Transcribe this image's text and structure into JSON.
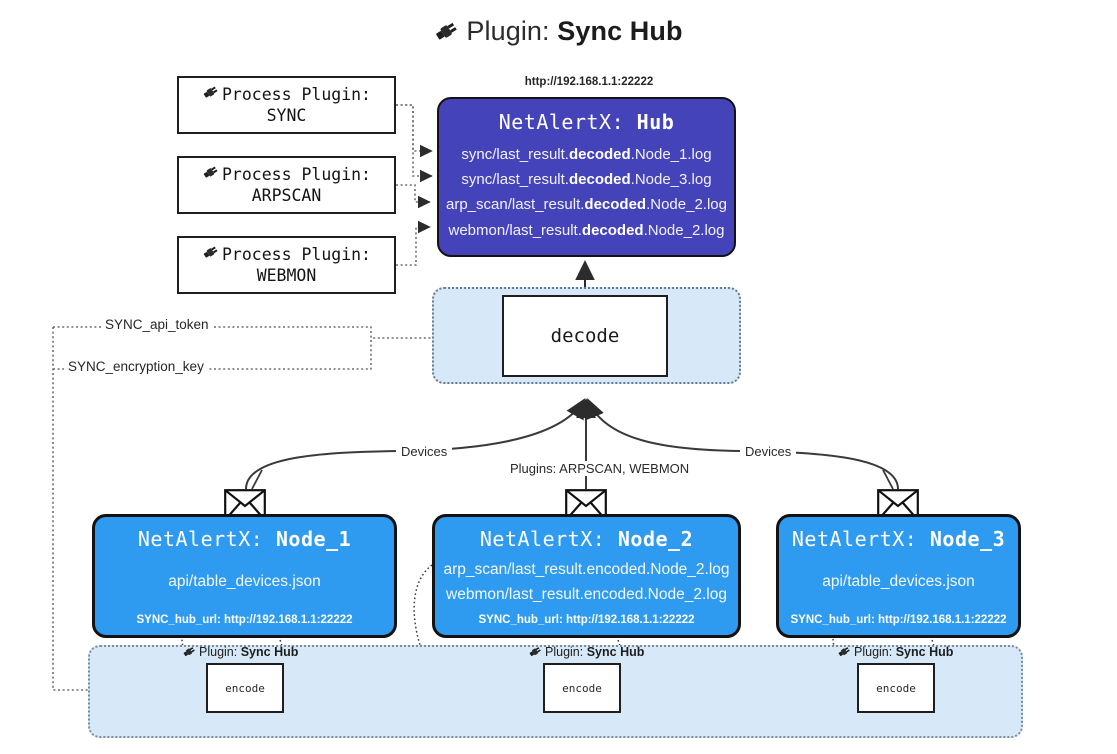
{
  "title": {
    "icon": "plug-icon",
    "prefix": "Plugin:",
    "name": "Sync Hub"
  },
  "process_plugins": [
    {
      "icon": "plug-icon",
      "label": "Process Plugin:",
      "value": "SYNC"
    },
    {
      "icon": "plug-icon",
      "label": "Process Plugin:",
      "value": "ARPSCAN"
    },
    {
      "icon": "plug-icon",
      "label": "Process Plugin:",
      "value": "WEBMON"
    }
  ],
  "hub": {
    "url": "http://192.168.1.1:22222",
    "title_prefix": "NetAlertX:",
    "title_name": "Hub",
    "lines": [
      {
        "pre": "sync/last_result.",
        "bold": "decoded",
        "post": ".Node_1.log"
      },
      {
        "pre": "sync/last_result.",
        "bold": "decoded",
        "post": ".Node_3.log"
      },
      {
        "pre": "arp_scan/last_result.",
        "bold": "decoded",
        "post": ".Node_2.log"
      },
      {
        "pre": "webmon/last_result.",
        "bold": "decoded",
        "post": ".Node_2.log"
      }
    ]
  },
  "decode": {
    "label": "decode"
  },
  "tokens": {
    "api_token": "SYNC_api_token",
    "encryption_key": "SYNC_encryption_key"
  },
  "edge_labels": {
    "devices_left": "Devices",
    "devices_right": "Devices",
    "plugins_center": "Plugins: ARPSCAN, WEBMON"
  },
  "nodes": [
    {
      "title_prefix": "NetAlertX:",
      "title_name": "Node_1",
      "lines": [
        "api/table_devices.json"
      ],
      "footer": "SYNC_hub_url: http://192.168.1.1:22222",
      "envelope_icon": "envelope-icon"
    },
    {
      "title_prefix": "NetAlertX:",
      "title_name": "Node_2",
      "lines": [
        "arp_scan/last_result.encoded.Node_2.log",
        "webmon/last_result.encoded.Node_2.log"
      ],
      "footer": "SYNC_hub_url: http://192.168.1.1:22222",
      "envelope_icon": "envelope-icon"
    },
    {
      "title_prefix": "NetAlertX:",
      "title_name": "Node_3",
      "lines": [
        "api/table_devices.json"
      ],
      "footer": "SYNC_hub_url: http://192.168.1.1:22222",
      "envelope_icon": "envelope-icon"
    }
  ],
  "encoders": [
    {
      "plugin_prefix": "Plugin:",
      "plugin_name": "Sync Hub",
      "box_label": "encode"
    },
    {
      "plugin_prefix": "Plugin:",
      "plugin_name": "Sync Hub",
      "box_label": "encode"
    },
    {
      "plugin_prefix": "Plugin:",
      "plugin_name": "Sync Hub",
      "box_label": "encode"
    }
  ],
  "colors": {
    "hub_fill": "#4543b9",
    "node_fill": "#2e9bf0",
    "container_fill": "#d7e9f8",
    "stroke": "#1f1f1f"
  }
}
